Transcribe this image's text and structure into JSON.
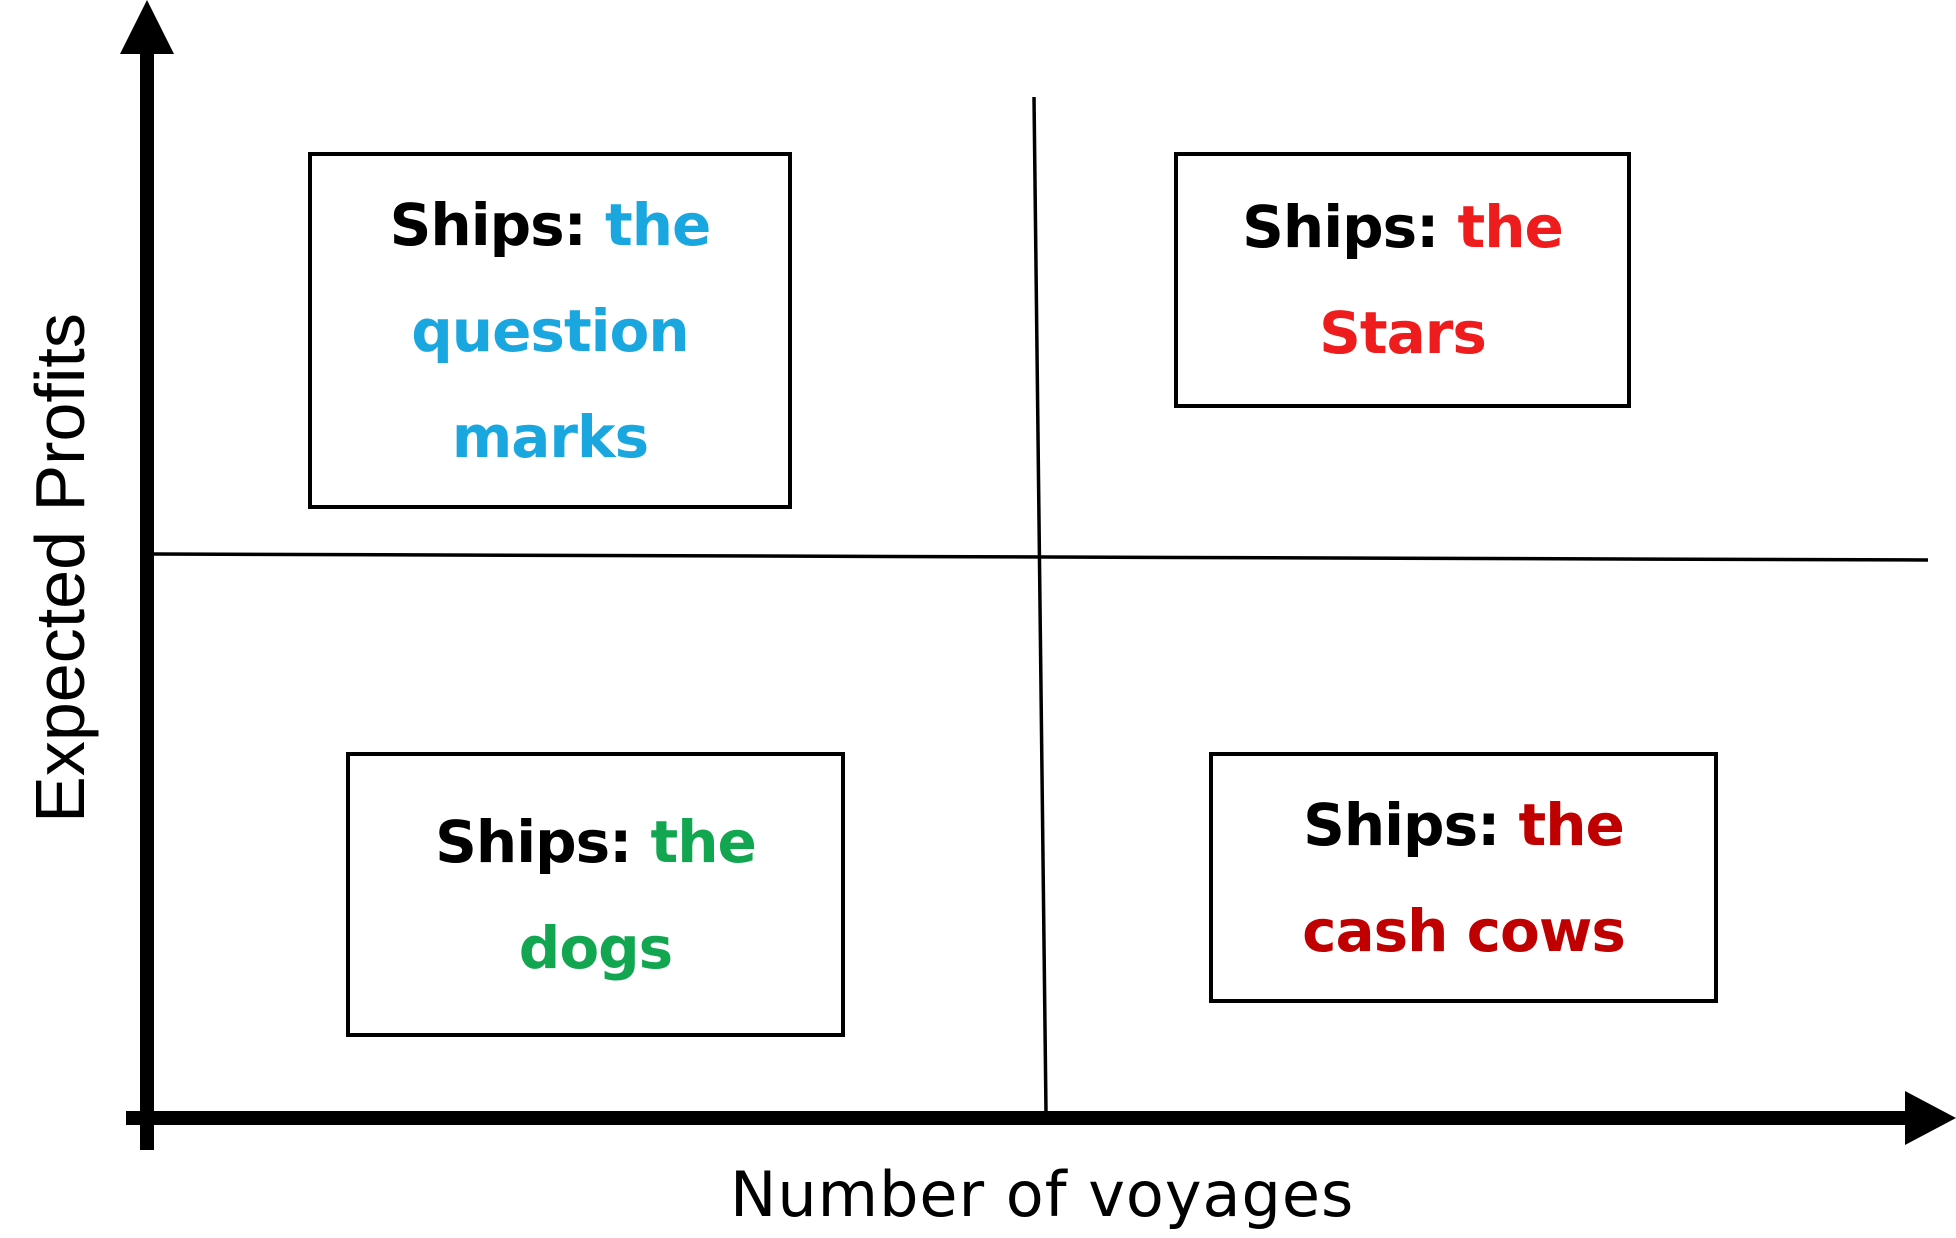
{
  "axes": {
    "x_label": "Number of voyages",
    "y_label": "Expected Profits"
  },
  "quadrants": {
    "question_marks": {
      "prefix": "Ships:",
      "line1": "the",
      "line2": "question",
      "line3": "marks",
      "color": "#1aa7e0"
    },
    "stars": {
      "prefix": "Ships:",
      "line1": "the",
      "line2": "Stars",
      "color": "#ee1c1c"
    },
    "dogs": {
      "prefix": "Ships:",
      "line1": "the",
      "line2": "dogs",
      "color": "#12a650"
    },
    "cash_cows": {
      "prefix": "Ships:",
      "line1": "the",
      "line2": "cash cows",
      "color": "#c00000"
    }
  }
}
